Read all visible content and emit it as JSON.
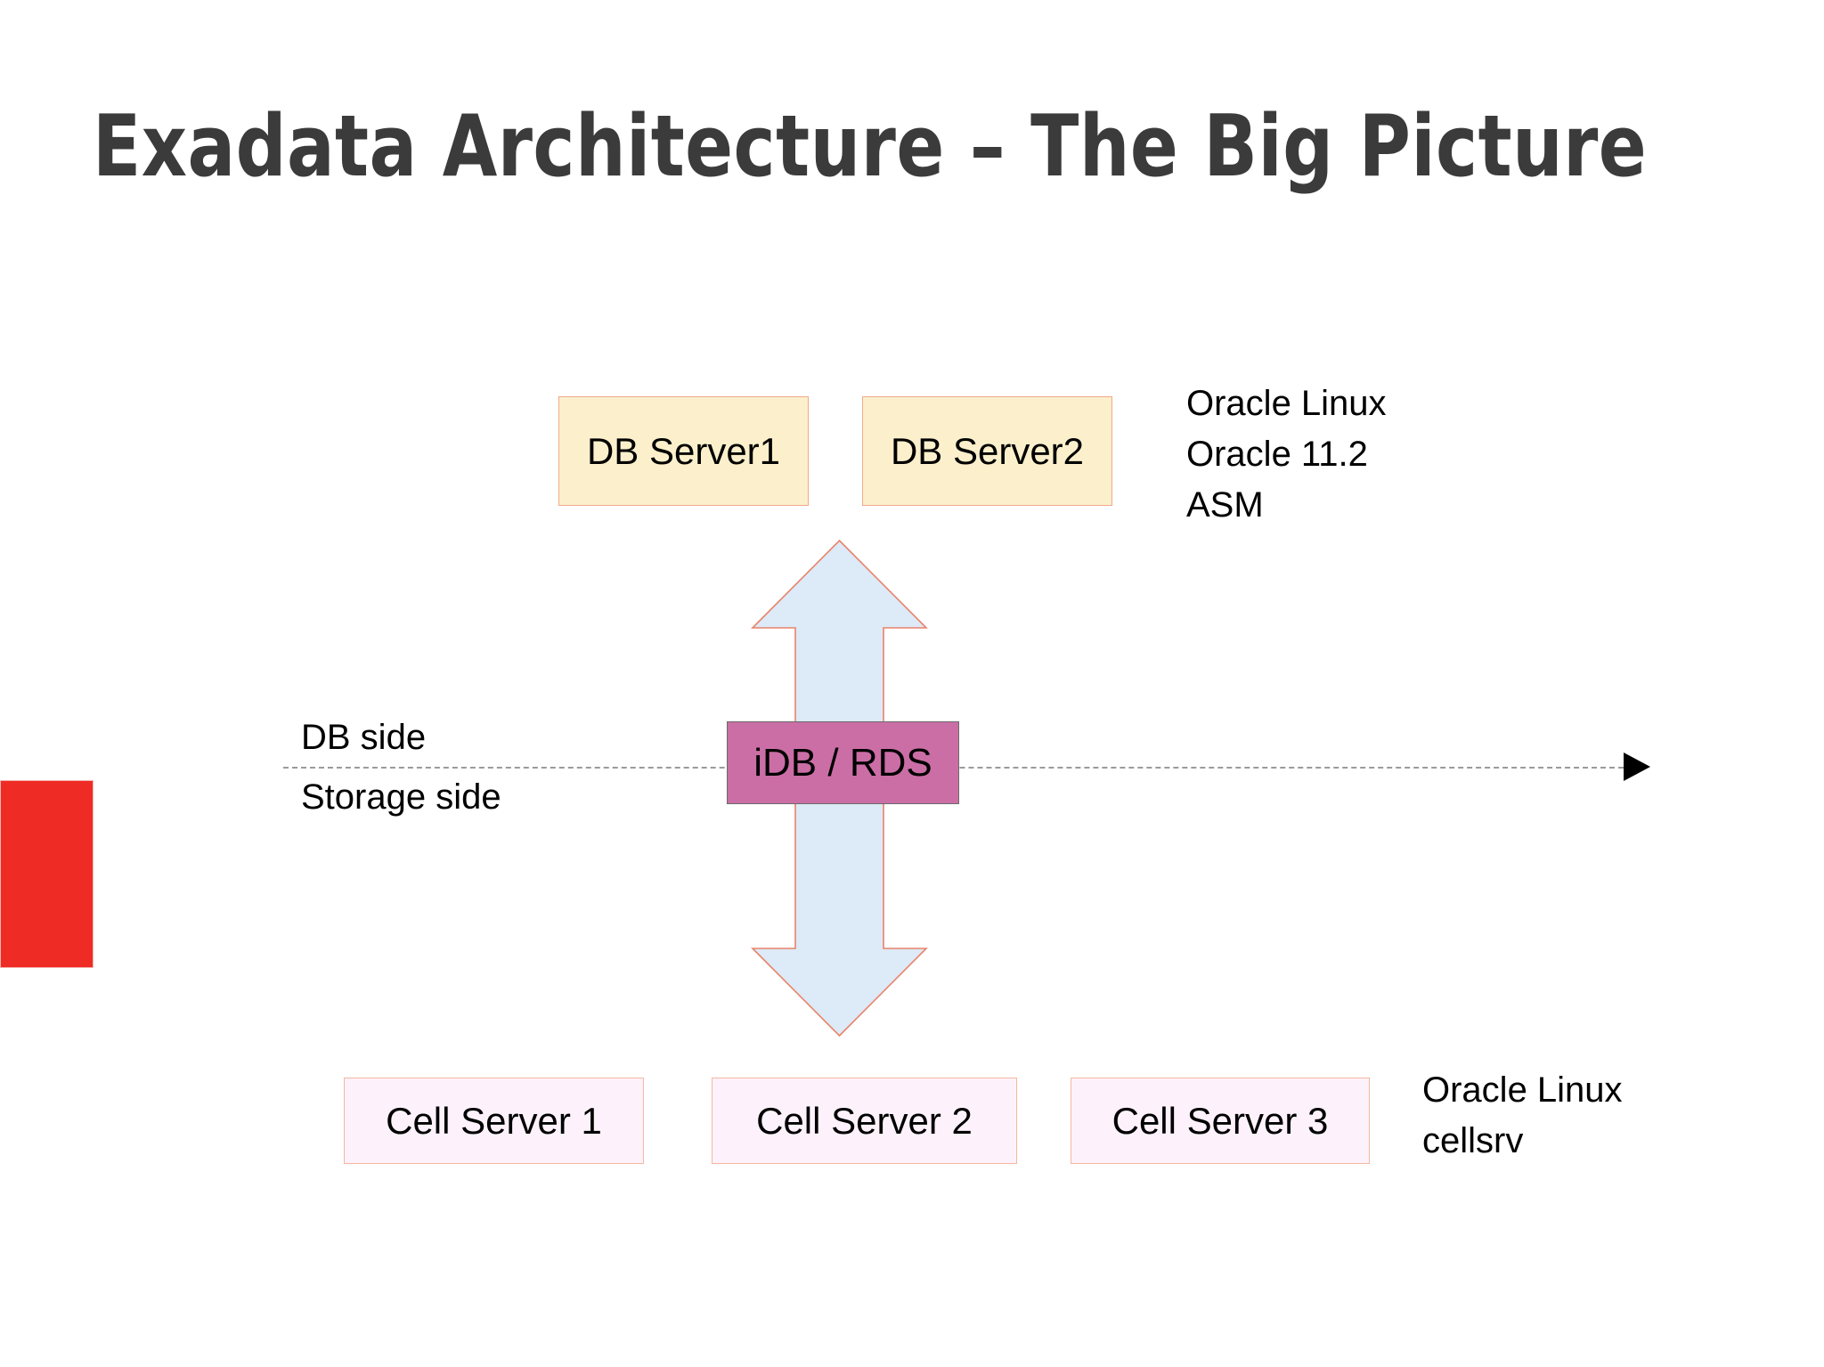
{
  "slide": {
    "title": "Exadata Architecture – The Big Picture",
    "background_color": "#ffffff",
    "title_color": "#3b3b3b"
  },
  "red_marker": {
    "color": "#ef2b26"
  },
  "db_tier": {
    "boxes": [
      {
        "label": "DB Server1",
        "fill": "#fbf0cb",
        "border": "#f2a98c"
      },
      {
        "label": "DB Server2",
        "fill": "#fbf0cb",
        "border": "#f2a98c"
      }
    ],
    "annotation": [
      "Oracle Linux",
      "Oracle 11.2",
      "ASM"
    ]
  },
  "storage_tier": {
    "boxes": [
      {
        "label": "Cell Server 1",
        "fill": "#fdf2fb",
        "border": "#f4b79e"
      },
      {
        "label": "Cell Server 2",
        "fill": "#fdf2fb",
        "border": "#f4b79e"
      },
      {
        "label": "Cell Server 3",
        "fill": "#fdf2fb",
        "border": "#f4b79e"
      }
    ],
    "annotation": [
      "Oracle Linux",
      "cellsrv"
    ]
  },
  "interconnect": {
    "badge_label": "iDB / RDS",
    "badge_fill": "#cb6ea6",
    "badge_border": "#6b6b6b",
    "arrow_fill": "#ddeaf7",
    "arrow_stroke": "#e8836a",
    "arrow_direction": "double-vertical"
  },
  "divider": {
    "upper_label": "DB side",
    "lower_label": "Storage side",
    "line_style": "dashed",
    "line_color": "#9a9a9a",
    "arrowhead_color": "#000000"
  },
  "icons": {
    "up_arrow": "arrow-up-icon",
    "down_arrow": "arrow-down-icon",
    "divider_arrowhead": "arrowhead-right-icon"
  }
}
